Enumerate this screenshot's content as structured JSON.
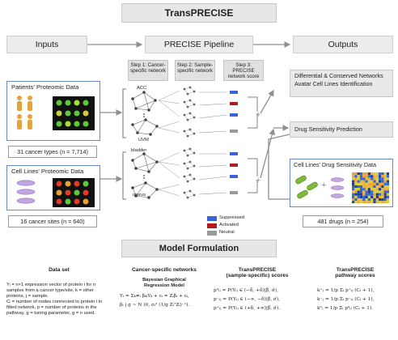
{
  "title": "TransPRECISE",
  "inputs": {
    "header": "Inputs",
    "patients_title": "Patients' Proteomic Data",
    "patients_caption": "31 cancer types (n = 7,714)",
    "cell_lines_title": "Cell Lines' Proteomic Data",
    "cell_lines_caption": "16 cancer sites (n = 640)"
  },
  "pipeline": {
    "header": "PRECISE Pipeline",
    "step1": "Step 1: Cancer-specific network",
    "step2": "Step 2: Sample-specific network",
    "step3": "Step 3: PRECISE network score",
    "labels": [
      "ACC",
      "UVM",
      "bladder",
      "uterus"
    ],
    "legend": [
      {
        "label": "Suppressed",
        "color": "#3b63d8"
      },
      {
        "label": "Activated",
        "color": "#b01c1c"
      },
      {
        "label": "Neutral",
        "color": "#9a9a9a"
      }
    ]
  },
  "outputs": {
    "header": "Outputs",
    "networks_line1": "Differential & Conserved Networks",
    "networks_line2": "Avatar Cell Lines Identification",
    "drug_prediction": "Drug Sensitivity Prediction",
    "drug_data_title": "Cell Lines' Drug Sensitivity Data",
    "drug_caption": "481 drugs (n = 254)"
  },
  "model": {
    "header": "Model Formulation",
    "col1_header": "Data set",
    "col1_lines": [
      "Yᵢ = n×1 expression vector of protein i for n",
      "samples from a cancer type/site, k = other",
      "proteins, j = sample.",
      "Cᵢ = number of nodes connected to protein i in",
      "fitted network, p = number of proteins in the",
      "pathway, g = tuning parameter, g = n used."
    ],
    "col2_header": "Cancer-specific networks",
    "col2_sub1": "Bayesian Graphical",
    "col2_sub2": "Regression Model",
    "col2_eq1": "Yᵢ = Σₖ≠ᵢ βᵢₖYₖ + εᵢ = Zᵢβᵢ + εᵢ,",
    "col2_eq2": "βᵢ | g ~ N (0, σᵢ² (1/g ZᵢᵀZᵢ)⁻¹).",
    "col3_header1": "TransPRECISE",
    "col3_header2": "(sample-specific) scores",
    "col3_eqs": [
      "p³ᵢⱼ = P(Yᵢⱼ ∈ (−δ, +δ)|β̂, σ̂),",
      "p⁻ᵢⱼ = P(Yᵢⱼ ∈ (−∞, −δ)|β̂, σ̂),",
      "p⁺ᵢⱼ = P(Yᵢⱼ ∈ (+δ, +∞)|β̂, σ̂)."
    ],
    "col4_header1": "TransPRECISE",
    "col4_header2": "pathway scores",
    "col4_eqs": [
      "k⁺ⱼ = 1/p Σᵢ p⁺ᵢⱼ (Cᵢ + 1),",
      "k⁻ⱼ = 1/p Σᵢ p⁻ᵢⱼ (Cᵢ + 1),",
      "k⁰ⱼ = 1/p Σᵢ p⁰ᵢⱼ (Cᵢ + 1)."
    ]
  }
}
